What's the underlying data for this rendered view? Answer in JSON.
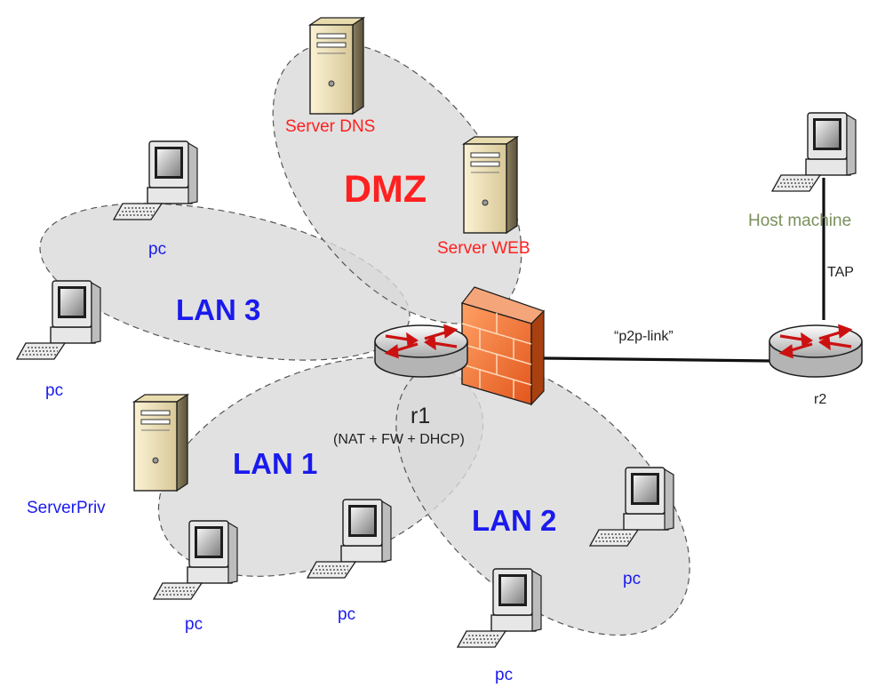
{
  "zones": {
    "dmz": "DMZ",
    "lan1": "LAN 1",
    "lan2": "LAN 2",
    "lan3": "LAN 3"
  },
  "devices": {
    "server_dns": "Server DNS",
    "server_web": "Server WEB",
    "server_priv": "ServerPriv",
    "host_machine": "Host machine",
    "r1": "r1",
    "r1_services": "(NAT + FW + DHCP)",
    "r2": "r2",
    "pc": "pc"
  },
  "links": {
    "p2p": "“p2p-link”",
    "tap": "TAP"
  },
  "colors": {
    "dmz": "#ff2020",
    "lan": "#1a1aee",
    "host": "#7b8f5c",
    "text": "#222222",
    "zone_fill": "#d9d9d9",
    "firewall": "#f07a2e"
  }
}
